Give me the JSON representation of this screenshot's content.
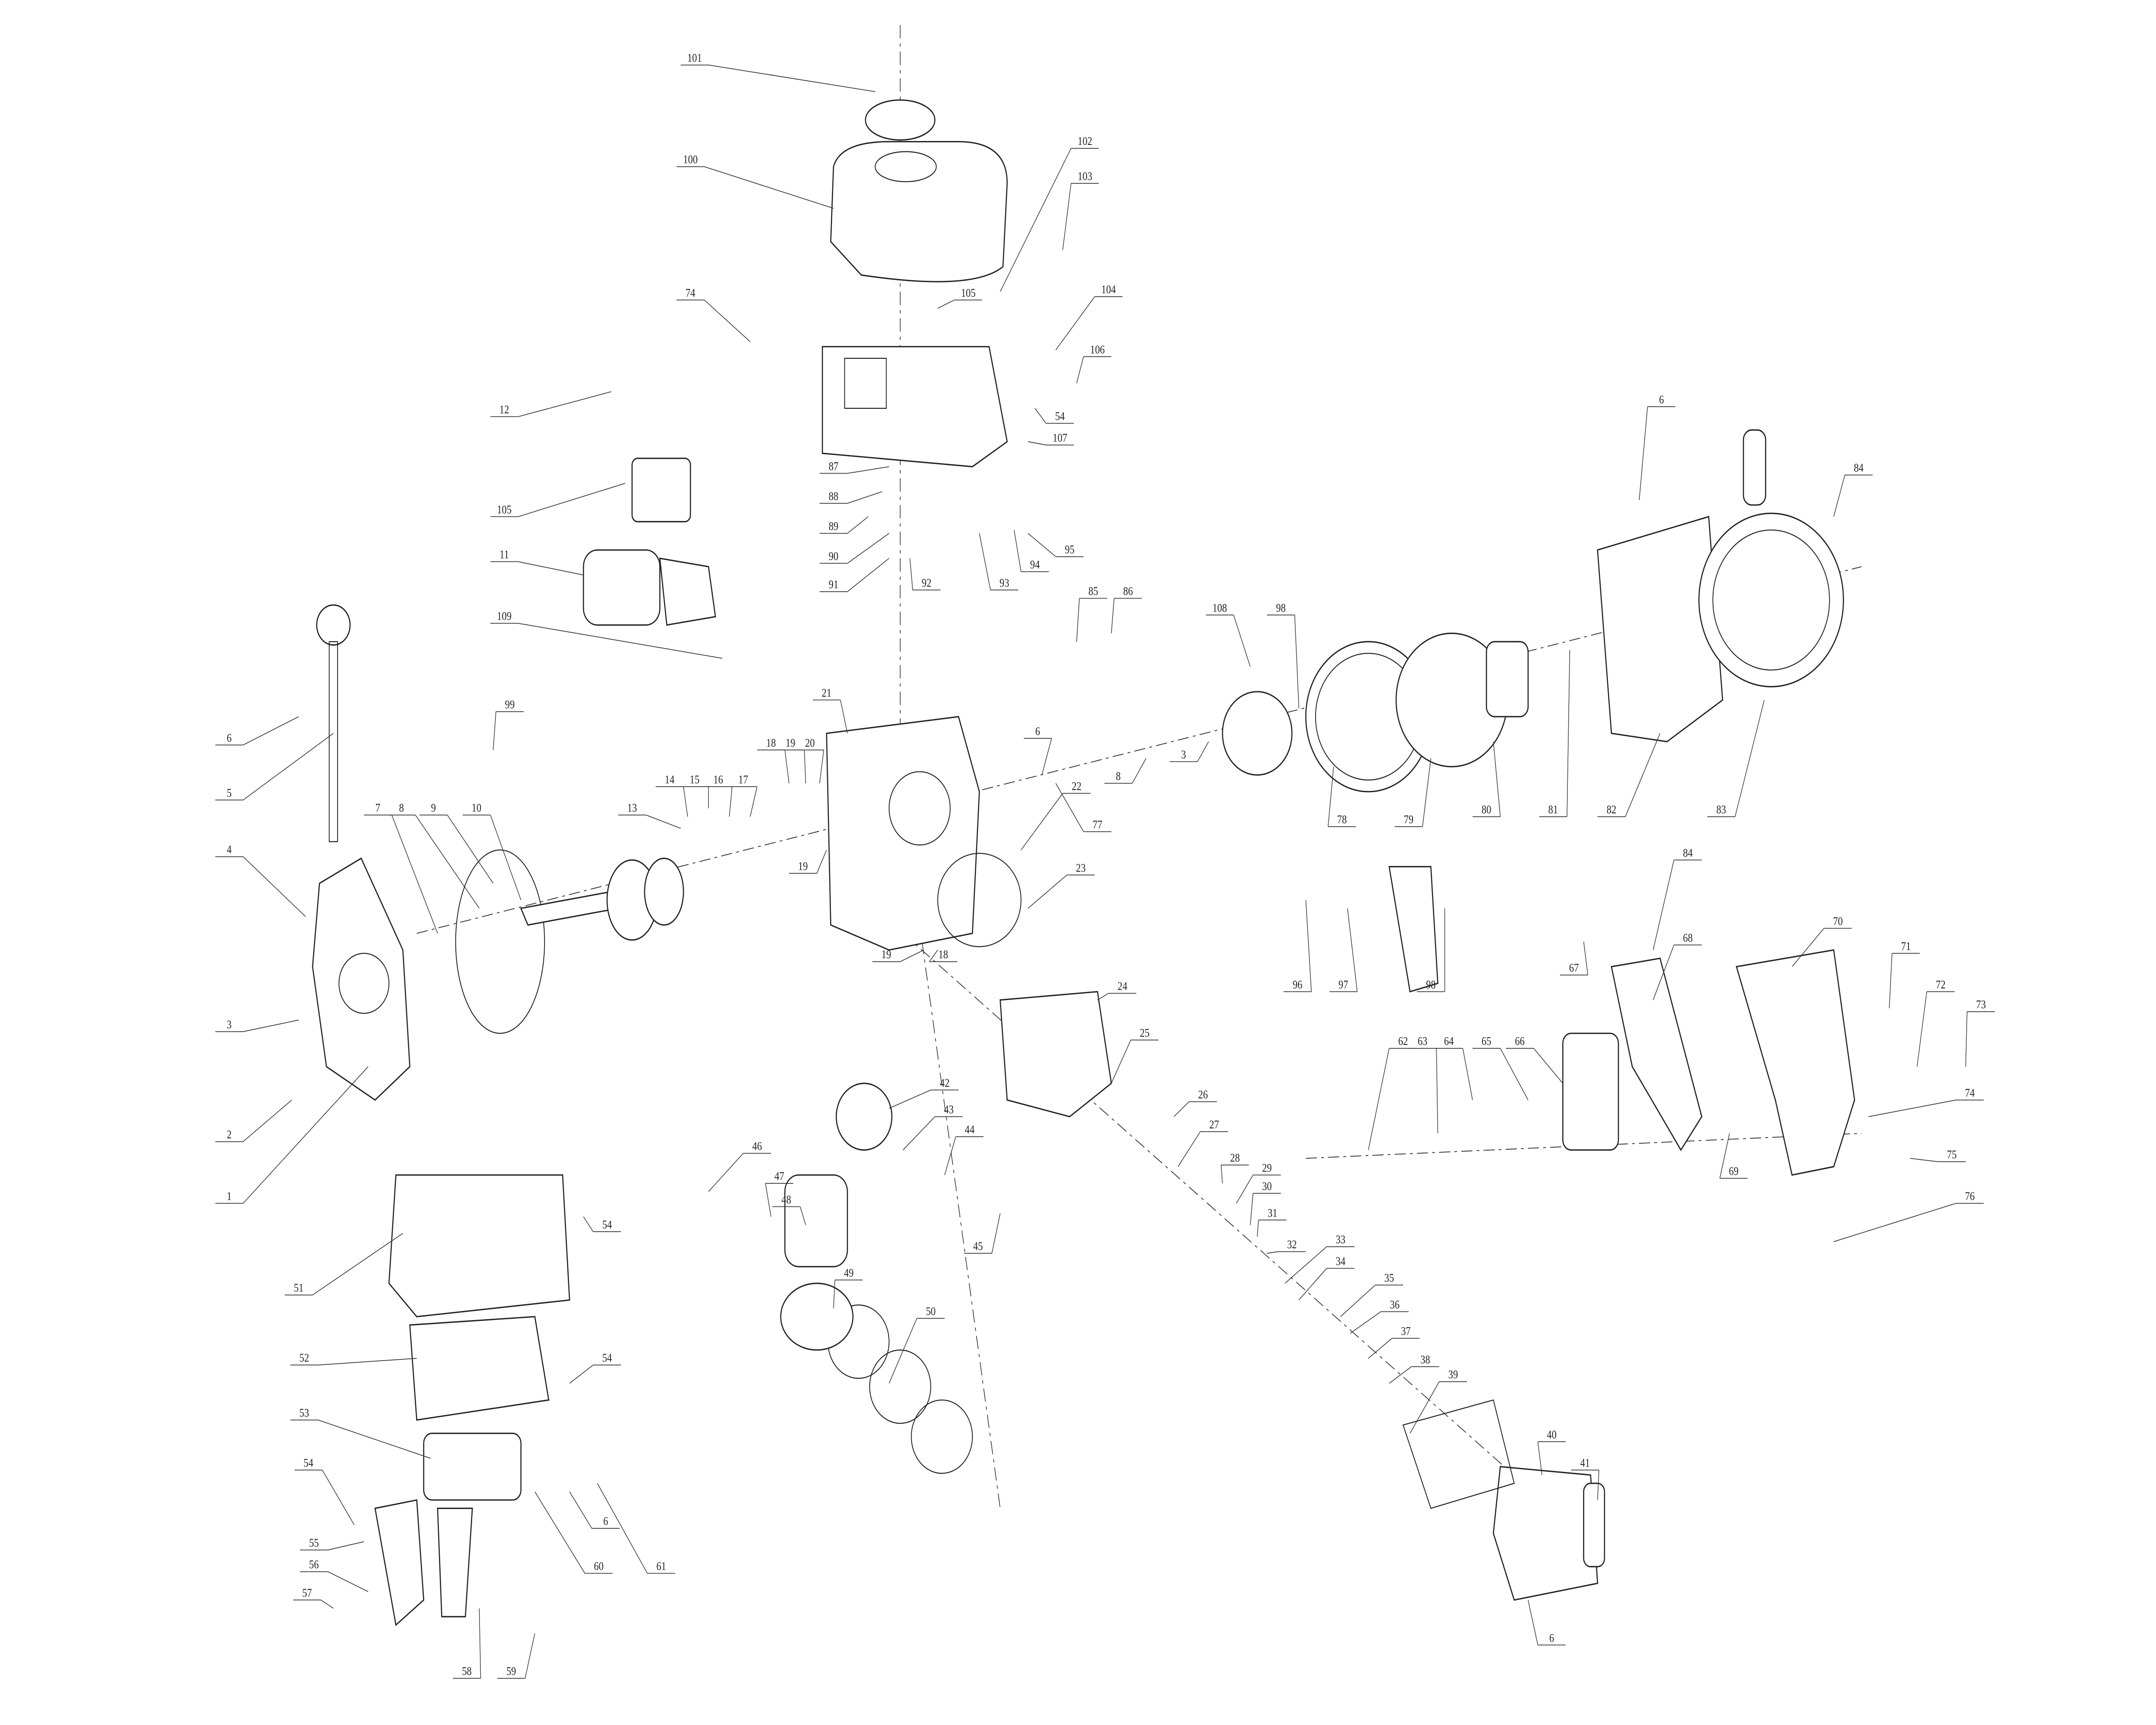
{
  "title": "Engine exploded parts diagram",
  "labels": [
    "101",
    "100",
    "102",
    "103",
    "104",
    "105",
    "106",
    "74",
    "54",
    "107",
    "12",
    "105",
    "11",
    "109",
    "87",
    "88",
    "89",
    "90",
    "91",
    "92",
    "93",
    "94",
    "95",
    "85",
    "86",
    "108",
    "98",
    "99",
    "6",
    "5",
    "4",
    "3",
    "2",
    "1",
    "7",
    "8",
    "9",
    "10",
    "13",
    "14",
    "15",
    "16",
    "17",
    "18",
    "19",
    "20",
    "21",
    "19",
    "6",
    "77",
    "8",
    "3",
    "78",
    "79",
    "80",
    "81",
    "82",
    "83",
    "6",
    "84",
    "22",
    "23",
    "19",
    "18",
    "24",
    "25",
    "96",
    "97",
    "98",
    "67",
    "84",
    "68",
    "70",
    "71",
    "72",
    "73",
    "74",
    "75",
    "76",
    "69",
    "62",
    "63",
    "64",
    "65",
    "66",
    "42",
    "43",
    "44",
    "45",
    "26",
    "27",
    "28",
    "29",
    "30",
    "31",
    "32",
    "33",
    "34",
    "35",
    "36",
    "37",
    "38",
    "39",
    "40",
    "41",
    "6",
    "46",
    "47",
    "48",
    "49",
    "50",
    "51",
    "52",
    "53",
    "54",
    "54",
    "54",
    "55",
    "56",
    "57",
    "58",
    "59",
    "60",
    "61",
    "6"
  ]
}
